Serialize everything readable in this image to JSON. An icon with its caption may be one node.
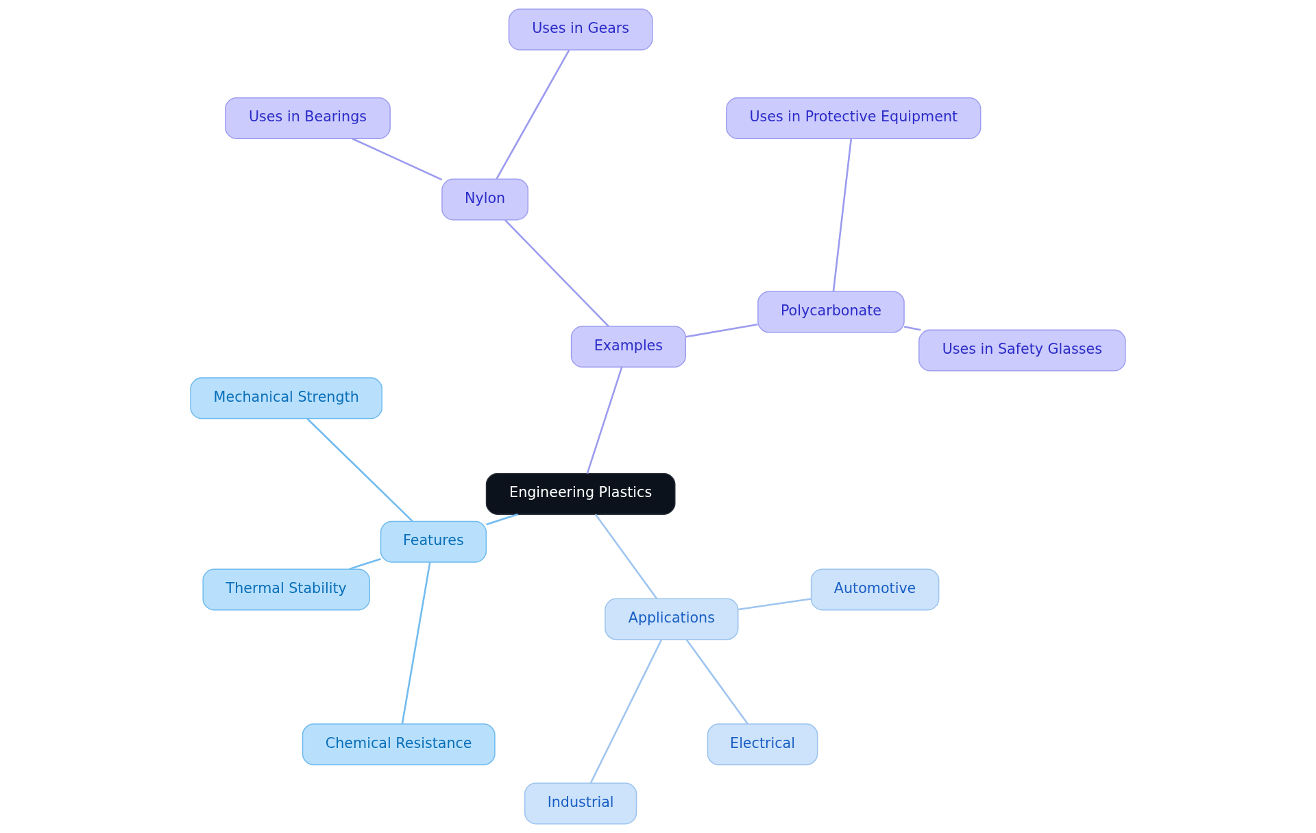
{
  "diagram": {
    "nodes": [
      {
        "text": [
          "Engineering Plastics"
        ]
      },
      {
        "text": [
          "Examples"
        ]
      },
      {
        "text": [
          "Polycarbonate"
        ]
      },
      {
        "text": [
          "Uses in Safety Glasses"
        ]
      },
      {
        "text": [
          "Uses in Protective Equipment"
        ]
      },
      {
        "text": [
          "Nylon"
        ]
      },
      {
        "text": [
          "Uses in Gears"
        ]
      },
      {
        "text": [
          "Uses in Bearings"
        ]
      },
      {
        "text": [
          "Features"
        ]
      },
      {
        "text": [
          "Mechanical Strength"
        ]
      },
      {
        "text": [
          "Thermal Stability"
        ]
      },
      {
        "text": [
          "Chemical Resistance"
        ]
      },
      {
        "text": [
          "Applications"
        ]
      },
      {
        "text": [
          "Industrial"
        ]
      },
      {
        "text": [
          "Electrical"
        ]
      },
      {
        "text": [
          "Automotive"
        ]
      }
    ],
    "edges": [
      {
        "from": 0,
        "to": 1,
        "arrow": "none"
      },
      {
        "from": 1,
        "to": 2,
        "arrow": "none"
      },
      {
        "from": 2,
        "to": 3,
        "arrow": "none"
      },
      {
        "from": 2,
        "to": 4,
        "arrow": "none"
      },
      {
        "from": 1,
        "to": 5,
        "arrow": "none"
      },
      {
        "from": 5,
        "to": 6,
        "arrow": "none"
      },
      {
        "from": 5,
        "to": 7,
        "arrow": "none"
      },
      {
        "from": 0,
        "to": 8,
        "arrow": "none",
        "color": "#72bbef"
      },
      {
        "from": 8,
        "to": 9,
        "arrow": "none",
        "color": "#72bbef"
      },
      {
        "from": 8,
        "to": 10,
        "arrow": "none",
        "color": "#72bbef"
      },
      {
        "from": 8,
        "to": 11,
        "arrow": "none",
        "color": "#72bbef"
      },
      {
        "from": 0,
        "to": 12,
        "arrow": "none",
        "color": "#9fc5f0"
      },
      {
        "from": 12,
        "to": 13,
        "arrow": "none",
        "color": "#9fc5f0"
      },
      {
        "from": 12,
        "to": 14,
        "arrow": "none",
        "color": "#9fc5f0"
      },
      {
        "from": 12,
        "to": 15,
        "arrow": "none",
        "color": "#9fc5f0"
      }
    ]
  }
}
